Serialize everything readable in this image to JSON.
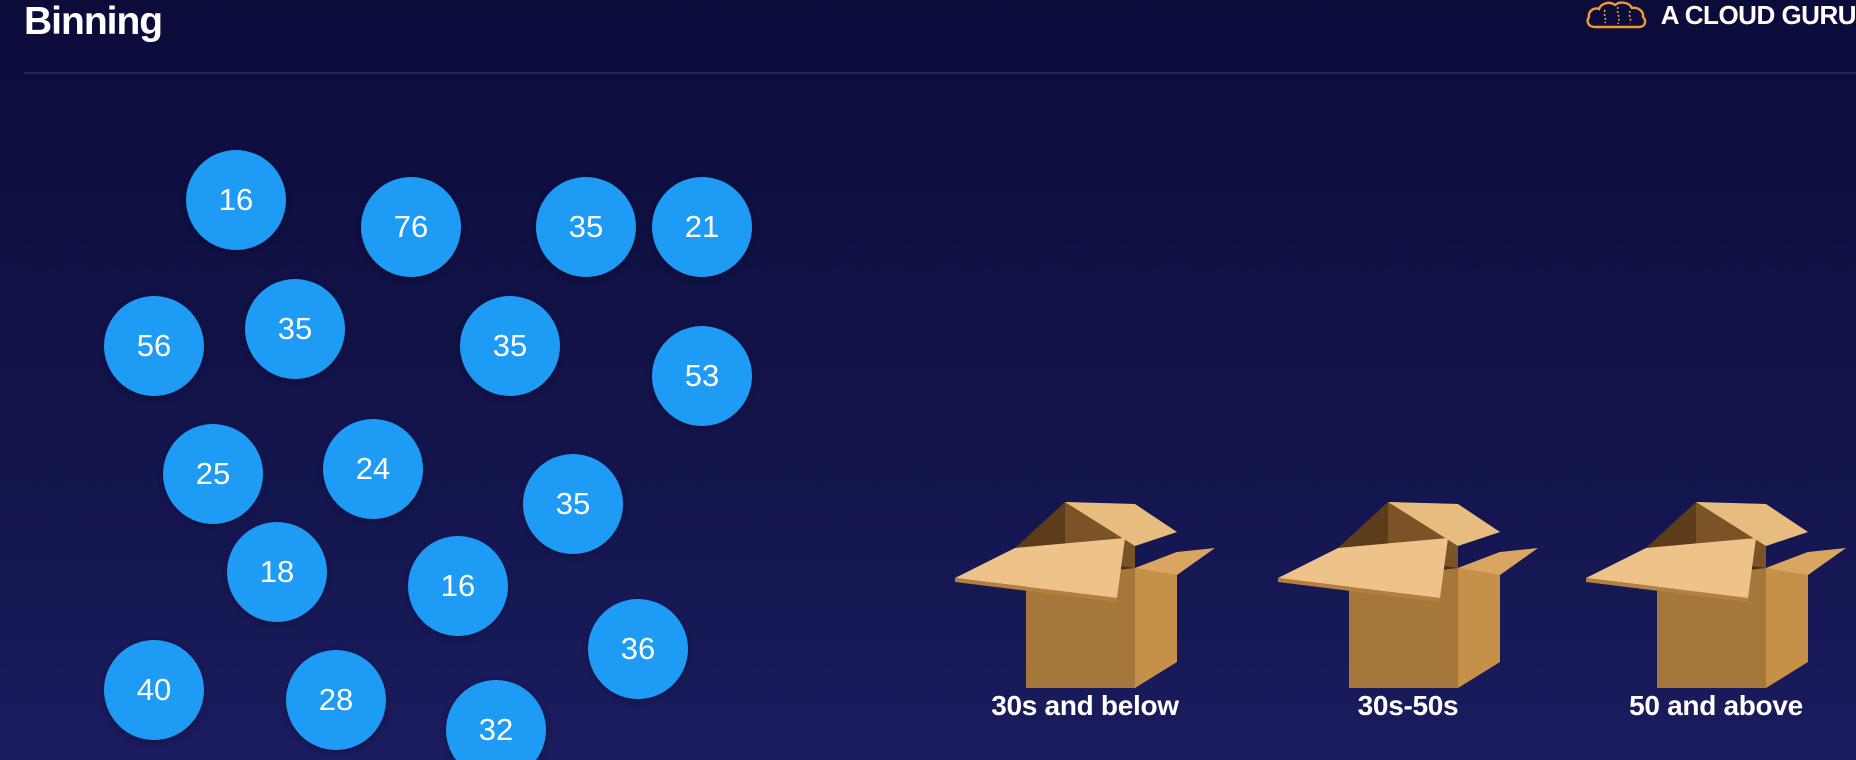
{
  "header": {
    "title": "Binning",
    "brand_name": "A CLOUD GURU",
    "brand_icon": "cloud-logo-icon"
  },
  "colors": {
    "background_top": "#0b0c3a",
    "background_bottom": "#1a1c5e",
    "bubble": "#1e9bf5",
    "text": "#ffffff",
    "logo": "#f39a2c"
  },
  "values": [
    "16",
    "76",
    "35",
    "21",
    "56",
    "35",
    "35",
    "53",
    "25",
    "24",
    "35",
    "18",
    "16",
    "36",
    "40",
    "28",
    "32"
  ],
  "bins": [
    {
      "label": "30s and below",
      "icon": "open-box-icon"
    },
    {
      "label": "30s-50s",
      "icon": "open-box-icon"
    },
    {
      "label": "50 and above",
      "icon": "open-box-icon"
    }
  ]
}
